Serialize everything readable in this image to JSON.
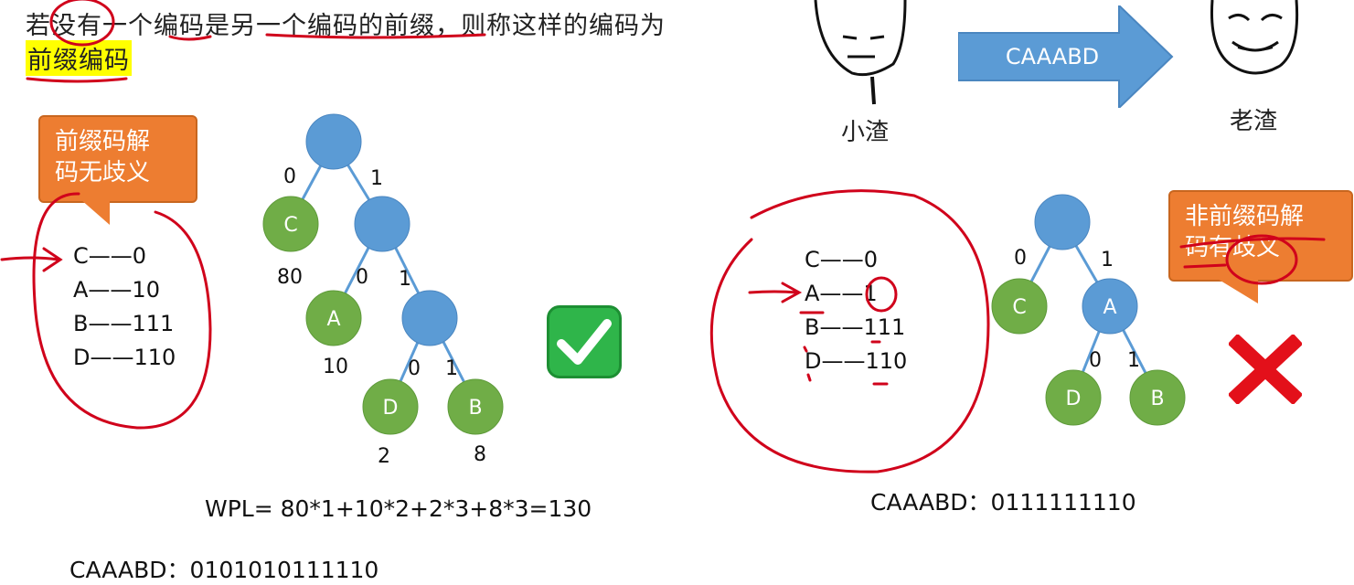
{
  "header": {
    "definition_text": "若没有一个编码是另一个编码的前缀，则称这样的编码为",
    "highlight_term": "前缀编码"
  },
  "left_example": {
    "callout": "前缀码解\n码无歧义",
    "codes": [
      "C——0",
      "A——10",
      "B——111",
      "D——110"
    ],
    "tree": {
      "nodes": [
        {
          "label": "",
          "color": "#5b9bd5"
        },
        {
          "label": "C",
          "color": "#70ad47",
          "weight": "80"
        },
        {
          "label": "",
          "color": "#5b9bd5"
        },
        {
          "label": "A",
          "color": "#70ad47",
          "weight": "10"
        },
        {
          "label": "",
          "color": "#5b9bd5"
        },
        {
          "label": "D",
          "color": "#70ad47",
          "weight": "2"
        },
        {
          "label": "B",
          "color": "#70ad47",
          "weight": "8"
        }
      ],
      "edge_labels": [
        "0",
        "1",
        "0",
        "1",
        "0",
        "1"
      ]
    },
    "wpl": "WPL= 80*1+10*2+2*3+8*3=130",
    "encoding": "CAAABD：0101010111110",
    "verdict": "check-mark-icon"
  },
  "right_example": {
    "message_arrow_text": "CAAABD",
    "sender": "小渣",
    "receiver": "老渣",
    "codes": [
      "C——0",
      "A——1",
      "B——111",
      "D——110"
    ],
    "tree": {
      "nodes": [
        {
          "label": "",
          "color": "#5b9bd5"
        },
        {
          "label": "C",
          "color": "#70ad47"
        },
        {
          "label": "A",
          "color": "#5b9bd5"
        },
        {
          "label": "D",
          "color": "#70ad47"
        },
        {
          "label": "B",
          "color": "#70ad47"
        }
      ],
      "edge_labels": [
        "0",
        "1",
        "0",
        "1"
      ]
    },
    "callout": "非前缀码解\n码有歧义",
    "encoding": "CAAABD：0111111110",
    "verdict": "cross-mark-icon"
  },
  "colors": {
    "internal_node": "#5b9bd5",
    "leaf_node": "#70ad47",
    "edge": "#5b9bd5",
    "callout": "#ed7d31",
    "annotation_red": "#d0021b",
    "highlight": "#ffff00"
  }
}
